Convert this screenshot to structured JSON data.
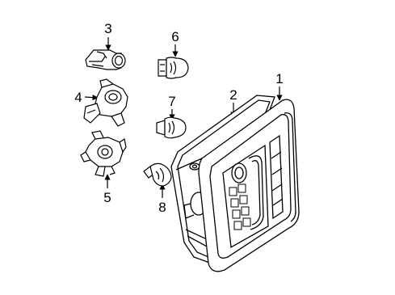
{
  "colors": {
    "line": "#000000",
    "background": "#ffffff"
  },
  "callouts": [
    {
      "id": "1",
      "label": "1"
    },
    {
      "id": "2",
      "label": "2"
    },
    {
      "id": "3",
      "label": "3"
    },
    {
      "id": "4",
      "label": "4"
    },
    {
      "id": "5",
      "label": "5"
    },
    {
      "id": "6",
      "label": "6"
    },
    {
      "id": "7",
      "label": "7"
    },
    {
      "id": "8",
      "label": "8"
    }
  ]
}
